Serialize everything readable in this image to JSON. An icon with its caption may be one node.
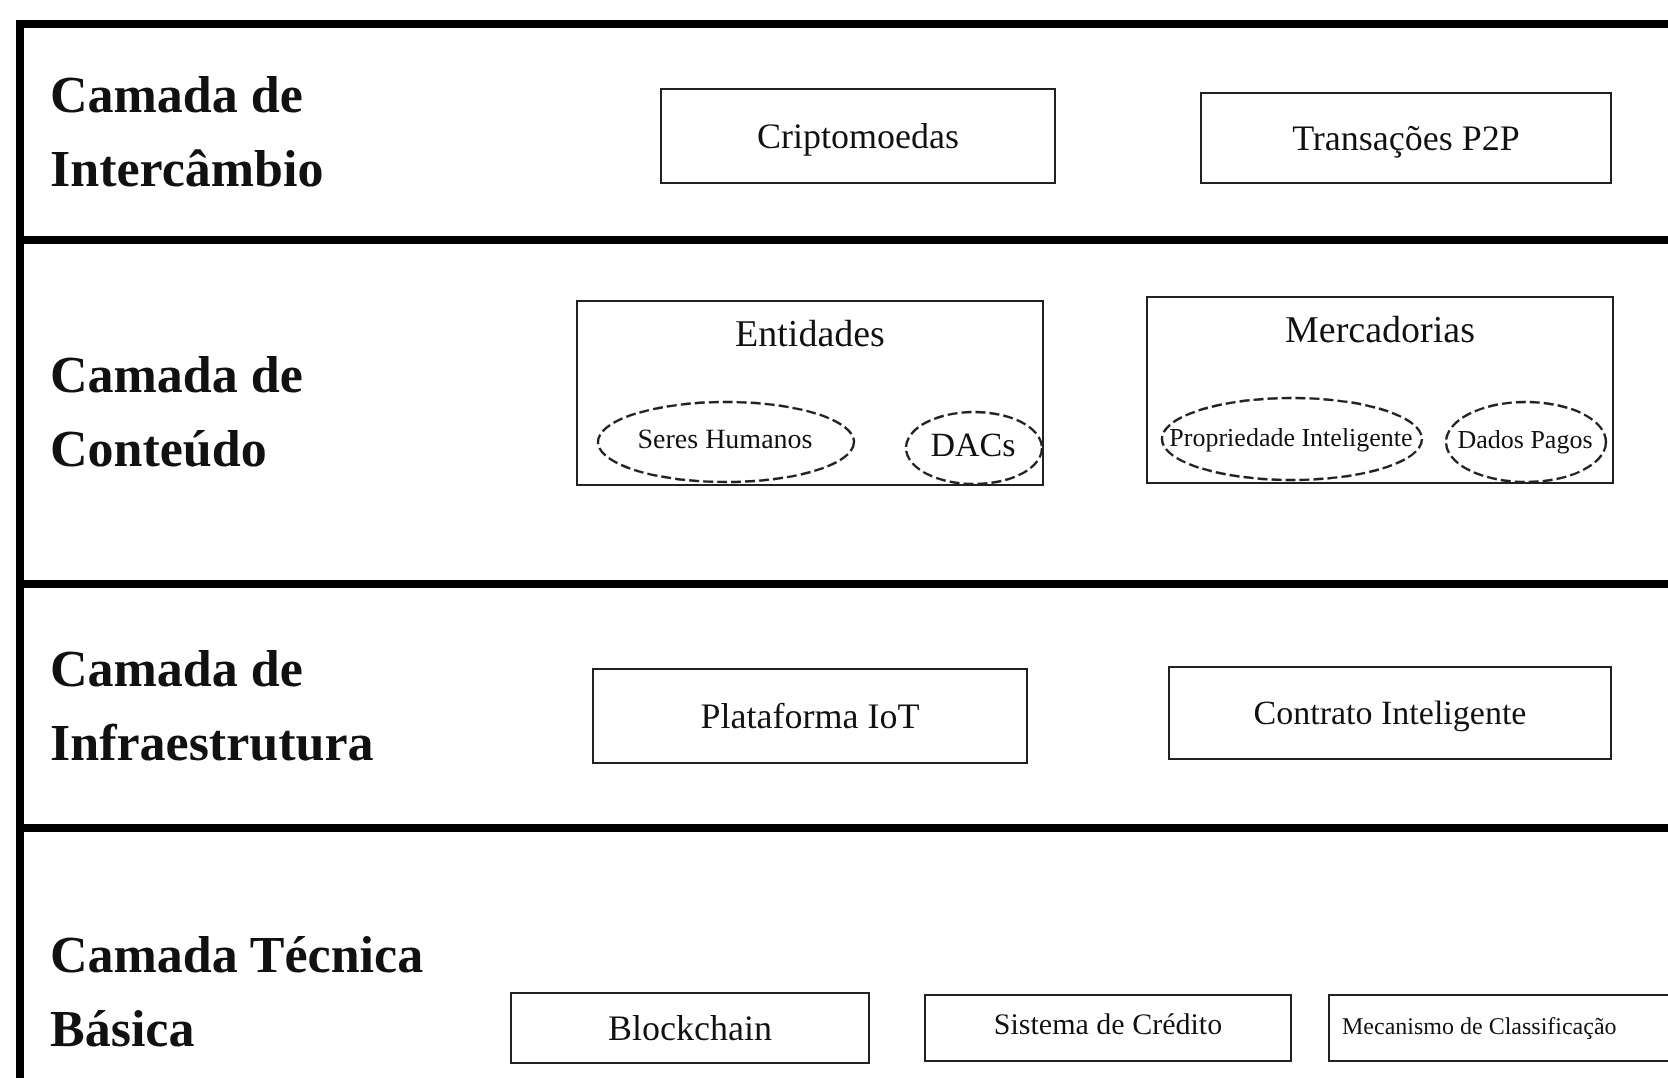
{
  "diagram": {
    "nodes": [
      {
        "text": [
          "Camada de Intercâmbio"
        ]
      },
      {
        "text": [
          "Criptomoedas"
        ],
        "in": 0
      },
      {
        "text": [
          "Transações P2P"
        ],
        "in": 0
      },
      {
        "text": [
          "Camada de Conteúdo"
        ]
      },
      {
        "text": [
          "Entidades"
        ],
        "in": 3
      },
      {
        "text": [
          "Seres Humanos"
        ],
        "in": 4
      },
      {
        "text": [
          "DACs"
        ],
        "in": 4
      },
      {
        "text": [
          "Mercadorias"
        ],
        "in": 3
      },
      {
        "text": [
          "Propriedade Inteligente"
        ],
        "in": 7
      },
      {
        "text": [
          "Dados Pagos"
        ],
        "in": 7
      },
      {
        "text": [
          "Camada de Infraestrutura"
        ]
      },
      {
        "text": [
          "Plataforma IoT"
        ],
        "in": 10
      },
      {
        "text": [
          "Contrato Inteligente"
        ],
        "in": 10
      },
      {
        "text": [
          "Camada Técnica Básica"
        ]
      },
      {
        "text": [
          "Blockchain"
        ],
        "in": 13
      },
      {
        "text": [
          "Sistema de Crédito"
        ],
        "in": 13
      },
      {
        "text": [
          "Mecanismo de Classificação"
        ],
        "in": 13
      }
    ]
  }
}
